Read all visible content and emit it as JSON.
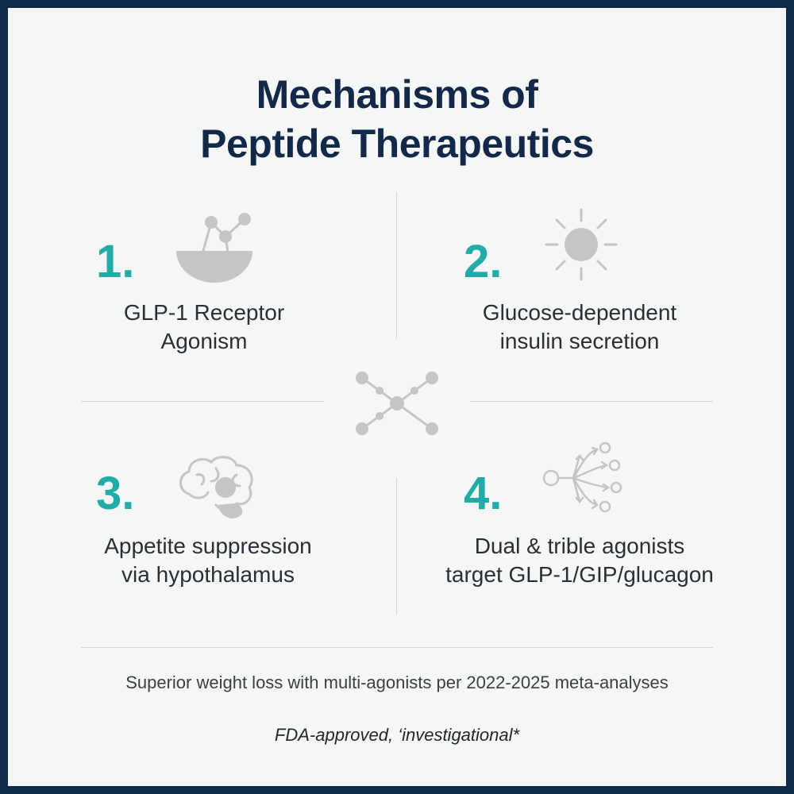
{
  "colors": {
    "frame": "#0f2a4a",
    "title": "#12294a",
    "accent": "#22aca7",
    "icon": "#c3c5c7",
    "divider": "#d3d6d8"
  },
  "title": {
    "line1": "Mechanisms of",
    "line2": "Peptide Therapeutics"
  },
  "items": [
    {
      "number": "1.",
      "line1": "GLP-1 Receptor",
      "line2": "Agonism",
      "icon": "receptor-binding-icon"
    },
    {
      "number": "2.",
      "line1": "Glucose-dependent",
      "line2": "insulin secretion",
      "icon": "sun-burst-icon"
    },
    {
      "number": "3.",
      "line1": "Appetite suppression",
      "line2": "via hypothalamus",
      "icon": "brain-icon"
    },
    {
      "number": "4.",
      "line1": "Dual & trible agonists",
      "line2": "target GLP-1/GIP/glucagon",
      "icon": "multi-target-arrows-icon"
    }
  ],
  "center_icon": "molecule-network-icon",
  "footer": {
    "note": "Superior weight loss with multi-agonists per 2022-2025 meta-analyses",
    "status": "FDA-approved, ‘investigational*"
  }
}
